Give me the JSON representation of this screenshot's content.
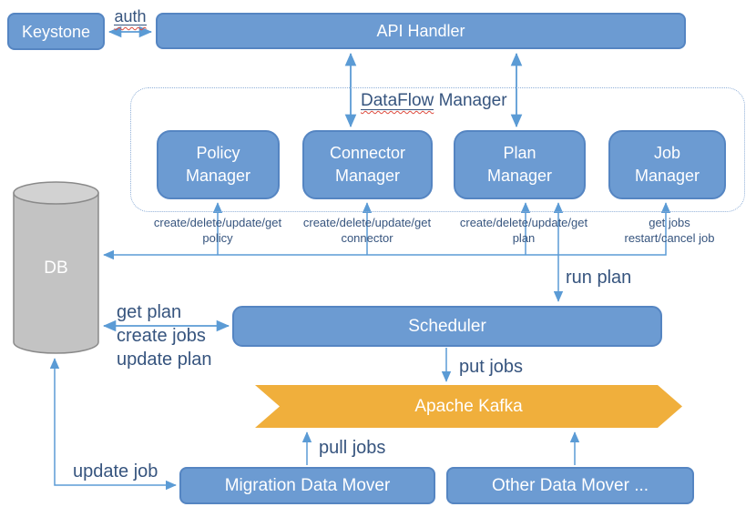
{
  "nodes": {
    "keystone": {
      "label": "Keystone"
    },
    "api_handler": {
      "label": "API Handler"
    },
    "dataflow_container": {
      "word1": "DataFlow",
      "word2": "Manager"
    },
    "policy_manager": {
      "line1": "Policy",
      "line2": "Manager"
    },
    "connector_manager": {
      "line1": "Connector",
      "line2": "Manager"
    },
    "plan_manager": {
      "line1": "Plan",
      "line2": "Manager"
    },
    "job_manager": {
      "line1": "Job",
      "line2": "Manager"
    },
    "db": {
      "label": "DB"
    },
    "scheduler": {
      "label": "Scheduler"
    },
    "kafka": {
      "label": "Apache Kafka"
    },
    "migration_mover": {
      "label": "Migration Data Mover"
    },
    "other_mover": {
      "label": "Other Data Mover ..."
    }
  },
  "edge_labels": {
    "auth": "auth",
    "policy_ops_line1": "create/delete/update/get",
    "policy_ops_line2": "policy",
    "connector_ops_line1": "create/delete/update/get",
    "connector_ops_line2": "connector",
    "plan_ops_line1": "create/delete/update/get",
    "plan_ops_line2": "plan",
    "job_ops_line1": "get jobs",
    "job_ops_line2": "restart/cancel job",
    "run_plan": "run plan",
    "db_scheduler_line1": "get plan",
    "db_scheduler_line2": "create jobs",
    "db_scheduler_line3": "update plan",
    "put_jobs": "put jobs",
    "pull_jobs": "pull jobs",
    "update_job": "update job"
  },
  "colors": {
    "node_fill": "#6C9BD2",
    "node_border": "#5585C2",
    "node_text": "#FFFFFF",
    "connector_line": "#5B9BD5",
    "label_text": "#36547E",
    "kafka_fill": "#F0AF3C",
    "db_fill": "#C3C3C3",
    "db_top_fill": "#D2D2D2",
    "db_border": "#8A8A8A",
    "spellcheck_squiggle": "#DD4B3E",
    "group_border": "#8FAFD8"
  }
}
